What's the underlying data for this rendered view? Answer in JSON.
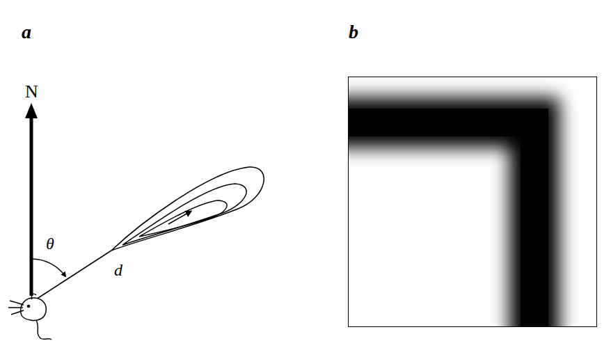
{
  "diagram": {
    "labels": [
      "a",
      "b",
      "N",
      "θ",
      "d"
    ]
  }
}
